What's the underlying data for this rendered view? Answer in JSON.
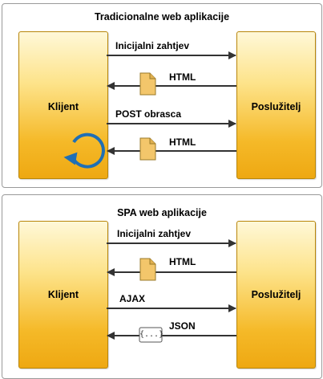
{
  "traditional": {
    "title": "Tradicionalne web aplikacije",
    "client_label": "Klijent",
    "server_label": "Poslužitelj",
    "messages": [
      {
        "direction": "to-server",
        "label": "Inicijalni zahtjev"
      },
      {
        "direction": "to-client",
        "label": "HTML",
        "icon": "document-icon"
      },
      {
        "direction": "to-server",
        "label": "POST obrasca"
      },
      {
        "direction": "to-client",
        "label": "HTML",
        "icon": "document-icon"
      }
    ],
    "client_icon": "refresh-icon"
  },
  "spa": {
    "title": "SPA web aplikacije",
    "client_label": "Klijent",
    "server_label": "Poslužitelj",
    "messages": [
      {
        "direction": "to-server",
        "label": "Inicijalni zahtjev"
      },
      {
        "direction": "to-client",
        "label": "HTML",
        "icon": "document-icon"
      },
      {
        "direction": "to-server",
        "label": "AJAX"
      },
      {
        "direction": "to-client",
        "label": "JSON",
        "icon": "json-icon"
      }
    ],
    "json_icon_text": "{...}"
  },
  "colors": {
    "arrow": "#333333",
    "refresh": "#1f6fb5",
    "document": "#f3c66b"
  }
}
